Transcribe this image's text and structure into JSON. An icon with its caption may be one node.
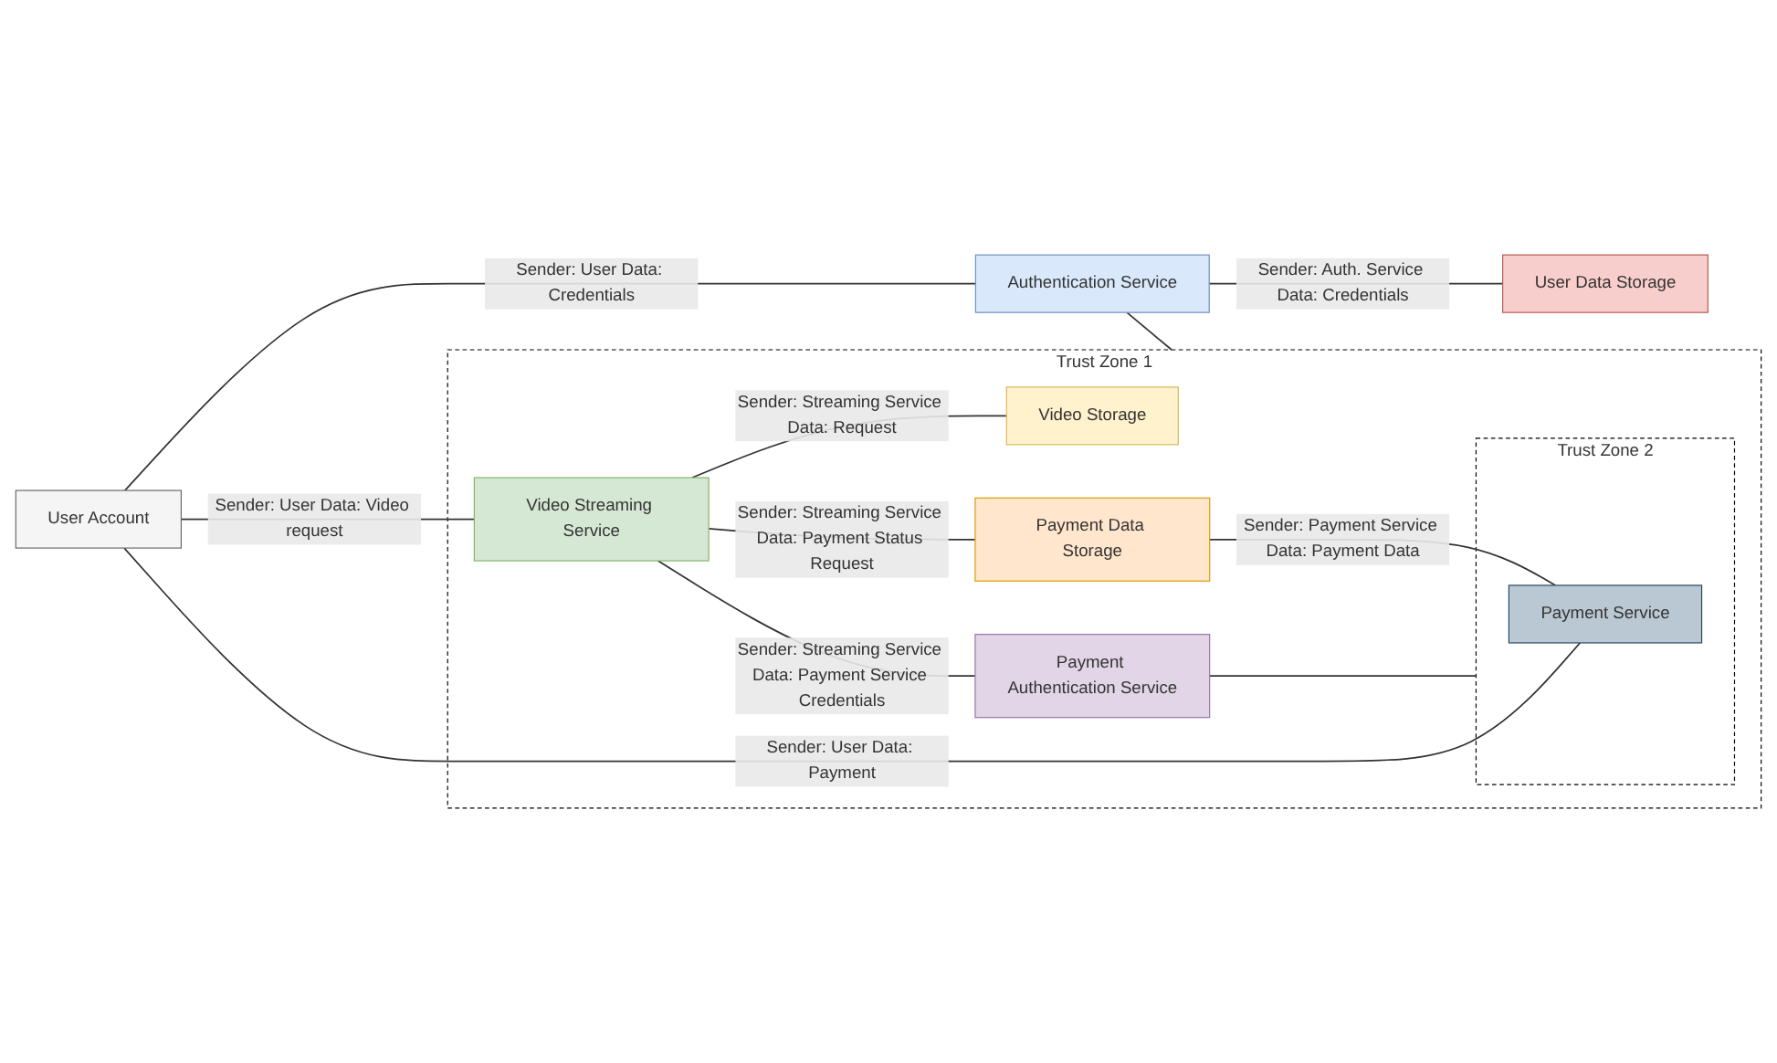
{
  "diagram": {
    "nodes": [
      {
        "text": [
          "User Account"
        ]
      },
      {
        "text": [
          "Authentication Service"
        ]
      },
      {
        "text": [
          "User Data Storage"
        ]
      },
      {
        "text": [
          "Trust Zone 1"
        ]
      },
      {
        "text": [
          "Video Streaming Service"
        ],
        "in": 3
      },
      {
        "text": [
          "Video Storage"
        ],
        "in": 3
      },
      {
        "text": [
          "Payment Data Storage"
        ],
        "in": 3
      },
      {
        "text": [
          "Payment Authentication Service"
        ],
        "in": 3
      },
      {
        "text": [
          "Trust Zone 2"
        ],
        "in": 3
      },
      {
        "text": [
          "Payment Service"
        ],
        "in": 8
      }
    ],
    "edges": [
      {
        "from": 0,
        "to": 1,
        "arrow": "none",
        "label": "Sender: User Data: Credentials"
      },
      {
        "from": 1,
        "to": 2,
        "arrow": "none",
        "label": "Sender: Auth. Service Data: Credentials"
      },
      {
        "from": 1,
        "to": 3,
        "arrow": "none"
      },
      {
        "from": 0,
        "to": 4,
        "arrow": "none",
        "label": "Sender: User Data: Video request"
      },
      {
        "from": 4,
        "to": 5,
        "arrow": "none",
        "label": "Sender: Streaming Service Data: Request"
      },
      {
        "from": 4,
        "to": 6,
        "arrow": "none",
        "label": "Sender: Streaming Service Data: Payment Status Request"
      },
      {
        "from": 4,
        "to": 7,
        "arrow": "none",
        "label": "Sender: Streaming Service Data: Payment Service Credentials"
      },
      {
        "from": 7,
        "to": 8,
        "arrow": "none"
      },
      {
        "from": 6,
        "to": 9,
        "arrow": "none",
        "label": "Sender: Payment Service Data: Payment Data"
      },
      {
        "from": 0,
        "to": 9,
        "arrow": "none",
        "label": "Sender: User Data: Payment"
      }
    ]
  }
}
